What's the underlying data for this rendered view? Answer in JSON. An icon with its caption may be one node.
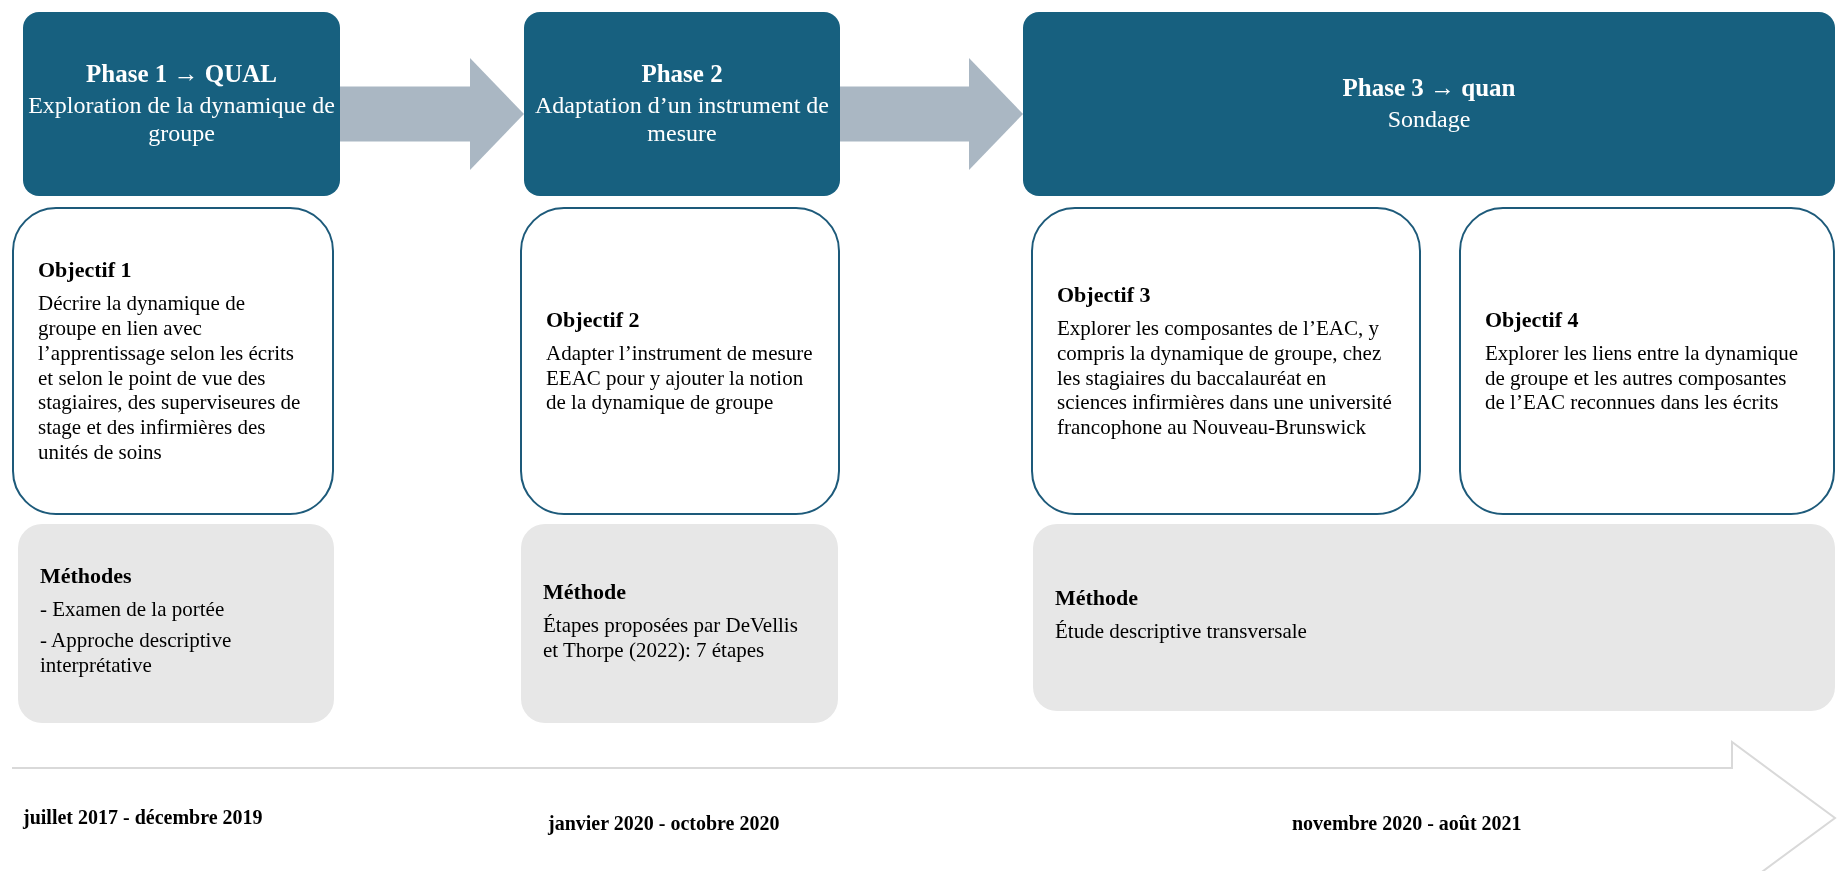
{
  "diagram": {
    "nodes": [
      {
        "text": [
          "Phase 1 → QUAL",
          "Exploration de la dynamique de groupe"
        ]
      },
      {
        "text": [
          "Phase 2",
          "Adaptation d’un instrument de mesure"
        ]
      },
      {
        "text": [
          "Phase 3 → quan",
          "Sondage"
        ]
      },
      {
        "text": [
          "Objectif 1",
          "Décrire la dynamique de groupe en lien avec l’apprentissage selon les écrits et selon le point de vue des stagiaires, des superviseures de stage et des infirmières des unités de soins"
        ]
      },
      {
        "text": [
          "Objectif 2",
          "Adapter l’instrument de mesure EEAC pour y ajouter la notion de la dynamique de groupe"
        ]
      },
      {
        "text": [
          "Objectif 3",
          "Explorer les composantes de l’EAC, y compris la dynamique de groupe, chez les stagiaires du baccalauréat en sciences infirmières dans une université francophone au Nouveau-Brunswick"
        ]
      },
      {
        "text": [
          "Objectif 4",
          "Explorer les liens entre la dynamique de groupe et les autres composantes de l’EAC reconnues dans les écrits"
        ]
      },
      {
        "text": [
          "Méthodes",
          "- Examen de la portée",
          "- Approche descriptive interprétative"
        ]
      },
      {
        "text": [
          "Méthode",
          "Étapes proposées par DeVellis et Thorpe (2022): 7 étapes"
        ]
      },
      {
        "text": [
          "Méthode",
          "Étude descriptive transversale"
        ]
      }
    ],
    "edges": [
      {
        "from": 0,
        "to": 1,
        "arrow": "to"
      },
      {
        "from": 1,
        "to": 2,
        "arrow": "to"
      }
    ],
    "labels": [
      "juillet 2017 - décembre 2019",
      "janvier 2020 - octobre 2020",
      "novembre 2020 - août 2021"
    ]
  }
}
